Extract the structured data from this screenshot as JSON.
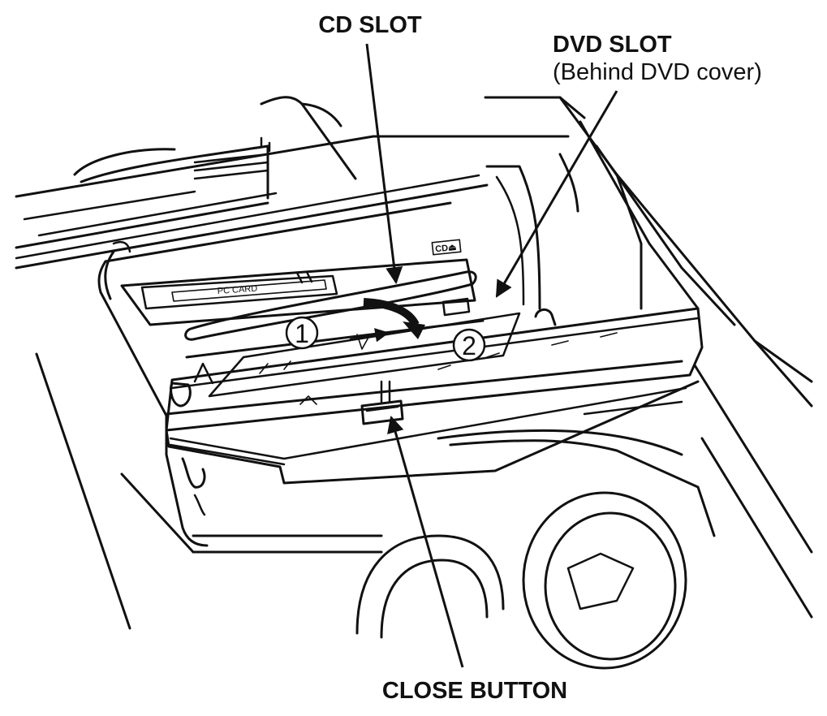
{
  "labels": {
    "cd_slot": "CD SLOT",
    "dvd_slot": "DVD SLOT",
    "dvd_slot_note": "(Behind DVD cover)",
    "close_button": "CLOSE BUTTON",
    "pc_card": "PC CARD",
    "cd_eject": "CD⏏"
  },
  "steps": [
    "1",
    "2"
  ]
}
